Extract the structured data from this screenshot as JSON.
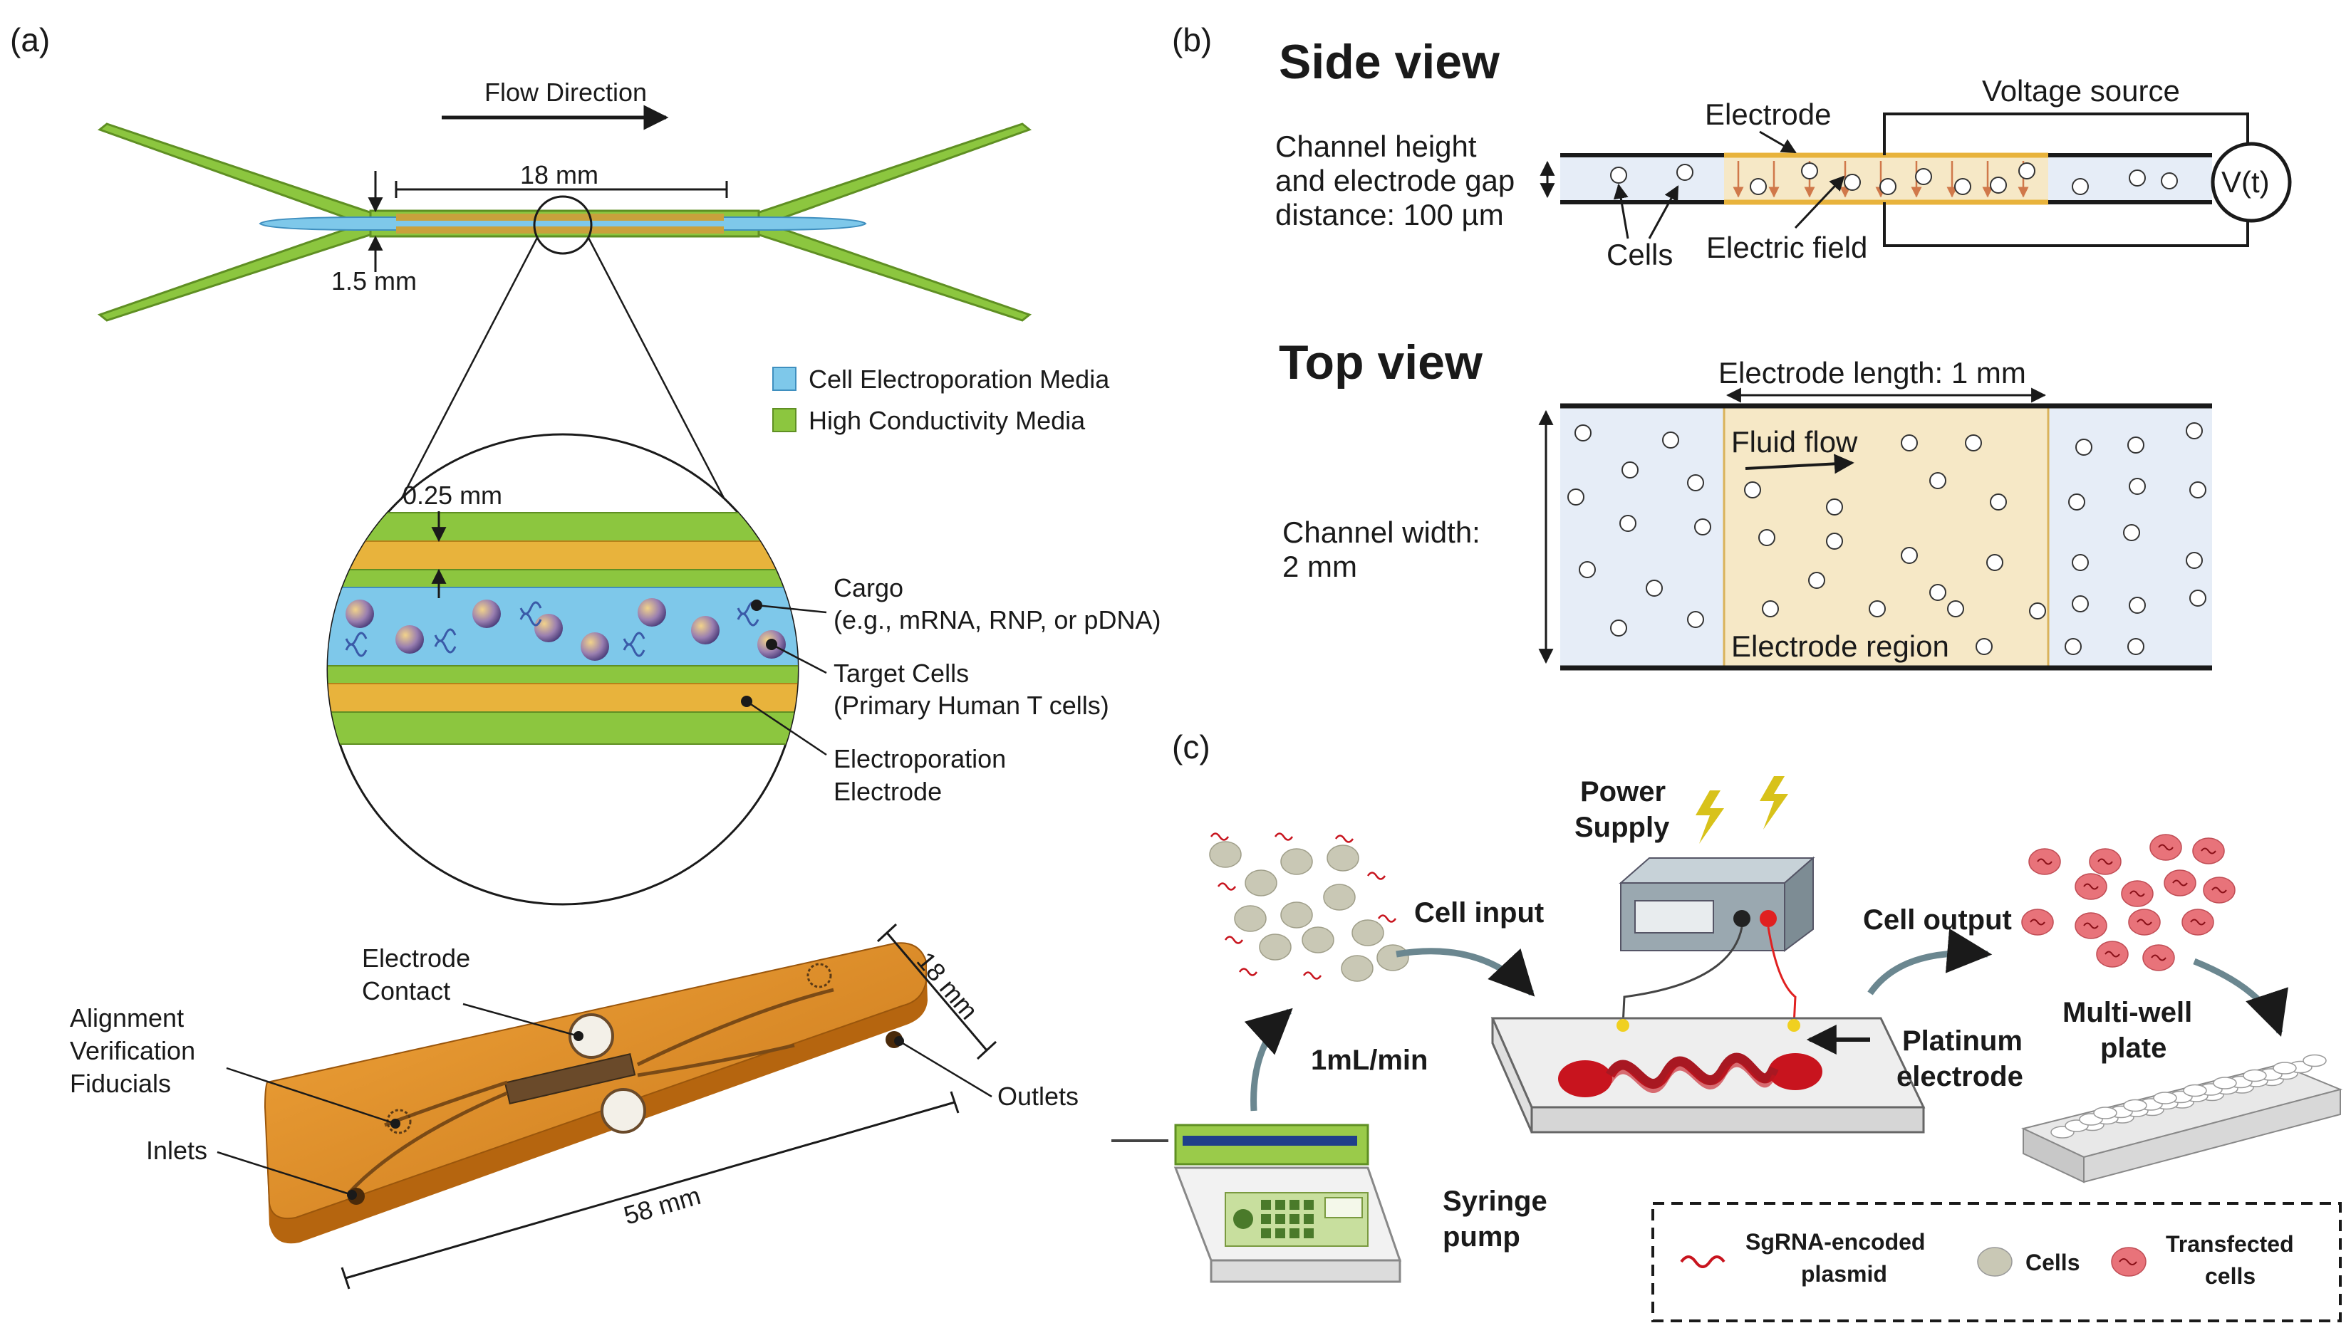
{
  "colors": {
    "electroporation_media": "#7ec8ea",
    "high_conductivity_media": "#8cc63f",
    "electrode_gold": "#e8b33c",
    "chip_amber": "#d98a1c",
    "electrode_region_fill": "#f6e8c6",
    "channel_fill": "#e6edf7",
    "cell_red": "#e8737a",
    "cell_grey": "#c9c8b5"
  },
  "panel_a": {
    "label": "(a)",
    "flow_direction": "Flow Direction",
    "length_18mm": "18 mm",
    "width_1_5mm": "1.5 mm",
    "gap_0_25mm": "0.25 mm",
    "legend": [
      {
        "label": "Cell Electroporation Media",
        "color": "#7ec8ea"
      },
      {
        "label": "High Conductivity Media",
        "color": "#8cc63f"
      }
    ],
    "callouts": {
      "cargo_1": "Cargo",
      "cargo_2": "(e.g., mRNA, RNP, or pDNA)",
      "target_1": "Target Cells",
      "target_2": "(Primary Human T cells)",
      "electrode_1": "Electroporation",
      "electrode_2": "Electrode"
    },
    "chip": {
      "electrode_contact_1": "Electrode",
      "electrode_contact_2": "Contact",
      "fiducials_1": "Alignment",
      "fiducials_2": "Verification",
      "fiducials_3": "Fiducials",
      "inlets": "Inlets",
      "outlets": "Outlets",
      "length": "58 mm",
      "width": "18 mm"
    }
  },
  "panel_b": {
    "label": "(b)",
    "side_view": "Side view",
    "electrode": "Electrode",
    "voltage_source": "Voltage source",
    "voltage_symbol": "V(t)",
    "channel_height_1": "Channel height",
    "channel_height_2": "and electrode gap",
    "channel_height_3": "distance: 100 µm",
    "cells": "Cells",
    "electric_field": "Electric field",
    "top_view": "Top view",
    "electrode_length": "Electrode length: 1 mm",
    "fluid_flow": "Fluid flow",
    "channel_width_1": "Channel width:",
    "channel_width_2": "2 mm",
    "electrode_region": "Electrode region"
  },
  "panel_c": {
    "label": "(c)",
    "power_supply_1": "Power",
    "power_supply_2": "Supply",
    "cell_input": "Cell input",
    "cell_output": "Cell output",
    "flow_rate": "1mL/min",
    "platinum_1": "Platinum",
    "platinum_2": "electrode",
    "multiwell_1": "Multi-well",
    "multiwell_2": "plate",
    "syringe_1": "Syringe",
    "syringe_2": "pump",
    "legend": {
      "plasmid_1": "SgRNA-encoded",
      "plasmid_2": "plasmid",
      "cells": "Cells",
      "transfected_1": "Transfected",
      "transfected_2": "cells"
    }
  }
}
